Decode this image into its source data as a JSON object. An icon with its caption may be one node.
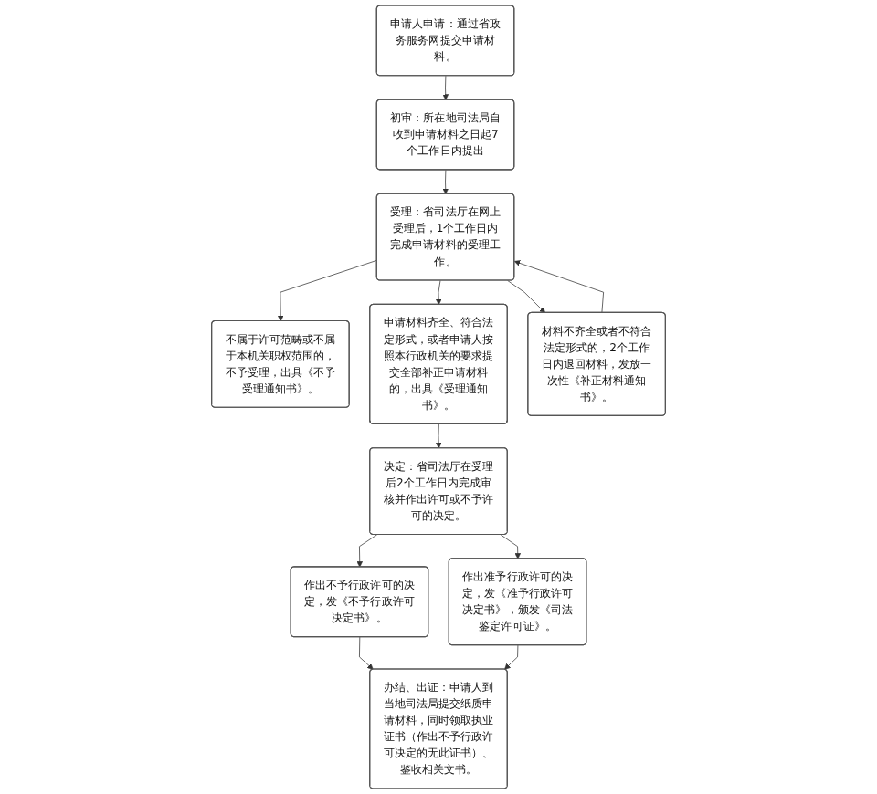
{
  "diagram": {
    "nodes": [
      {
        "text": [
          "申请人申请：通过省政务服务网提交申请材料。"
        ]
      },
      {
        "text": [
          "初审：所在地司法局自收到申请材料之日起7个工作日内提出"
        ]
      },
      {
        "text": [
          "受理：省司法厅在网上受理后，1个工作日内完成申请材料的受理工作。"
        ]
      },
      {
        "text": [
          "不属于许可范畴或不属于本机关职权范围的，不予受理，出具《不予受理通知书》。"
        ]
      },
      {
        "text": [
          "申请材料齐全、符合法定形式，或者申请人按照本行政机关的要求提交全部补正申请材料的，出具《受理通知书》。"
        ]
      },
      {
        "text": [
          "材料不齐全或者不符合法定形式的，2个工作日内退回材料，发放一次性《补正材料通知书》。"
        ]
      },
      {
        "text": [
          "决定：省司法厅在受理后2个工作日内完成审核并作出许可或不予许可的决定。"
        ]
      },
      {
        "text": [
          "作出不予行政许可的决定，发《不予行政许可决定书》。"
        ]
      },
      {
        "text": [
          "作出准予行政许可的决定，发《准予行政许可决定书》，颁发《司法鉴定许可证》。"
        ]
      },
      {
        "text": [
          "办结、出证：申请人到当地司法局提交纸质申请材料，同时领取执业证书（作出不予行政许可决定的无此证书）、鉴收相关文书。"
        ]
      }
    ],
    "edges": [
      {
        "from": 0,
        "to": 1,
        "arrow": "to"
      },
      {
        "from": 1,
        "to": 2,
        "arrow": "to"
      },
      {
        "from": 2,
        "to": 3,
        "arrow": "to"
      },
      {
        "from": 2,
        "to": 4,
        "arrow": "to"
      },
      {
        "from": 2,
        "to": 5,
        "arrow": "to"
      },
      {
        "from": 5,
        "to": 2,
        "arrow": "to"
      },
      {
        "from": 4,
        "to": 6,
        "arrow": "to"
      },
      {
        "from": 6,
        "to": 7,
        "arrow": "to"
      },
      {
        "from": 6,
        "to": 8,
        "arrow": "to"
      },
      {
        "from": 7,
        "to": 9,
        "arrow": "to"
      },
      {
        "from": 8,
        "to": 9,
        "arrow": "to"
      }
    ]
  }
}
